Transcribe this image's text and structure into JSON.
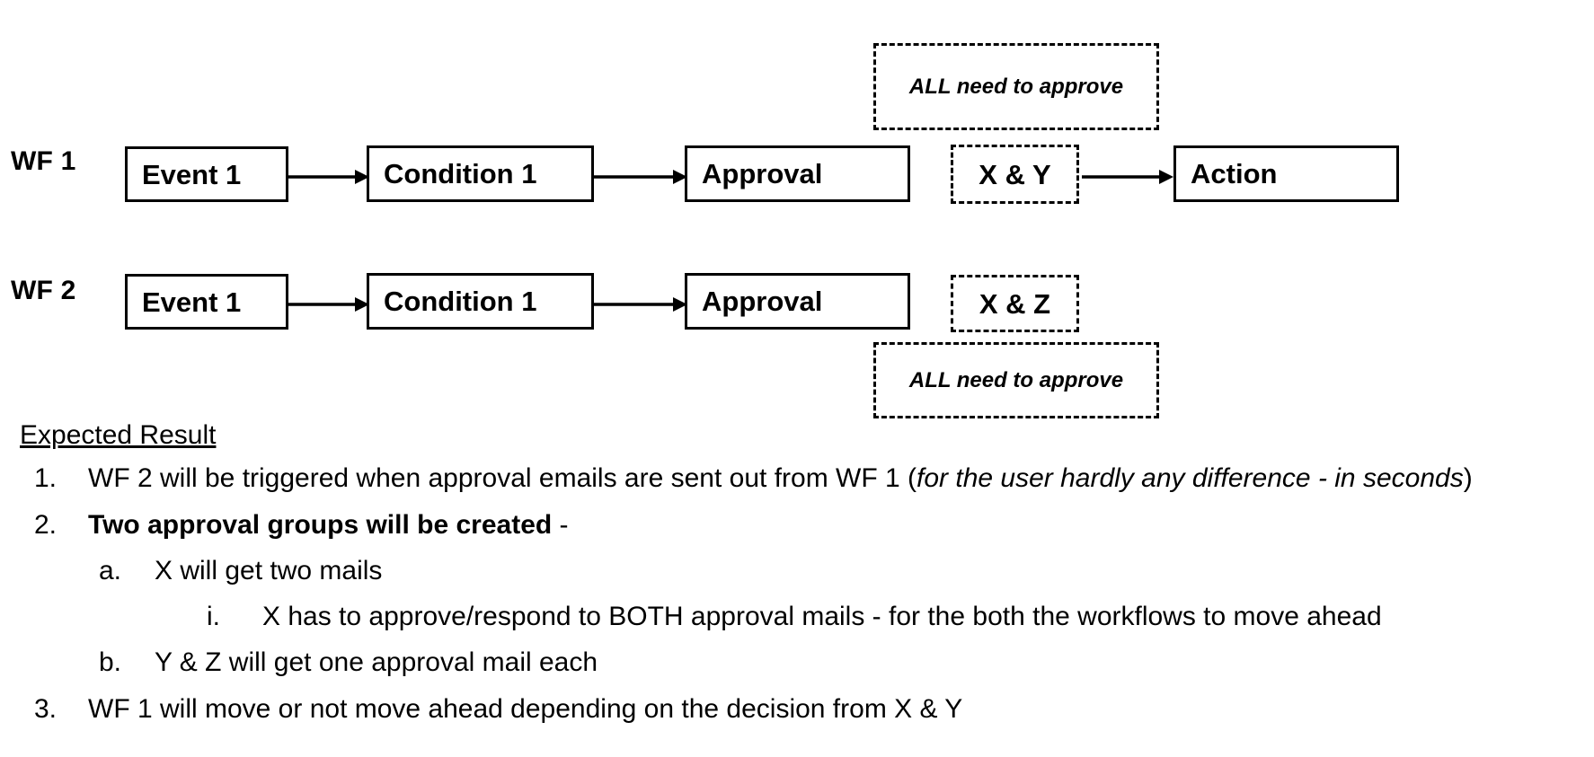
{
  "document": {
    "type": "workflow-approval-diagram"
  },
  "diagram": {
    "workflows": [
      {
        "id": "wf1",
        "label": "WF 1",
        "nodes": [
          {
            "name": "event",
            "label": "Event 1",
            "style": "solid"
          },
          {
            "name": "condition",
            "label": "Condition 1",
            "style": "solid"
          },
          {
            "name": "approval",
            "label": "Approval",
            "style": "solid"
          },
          {
            "name": "approvers",
            "label": "X & Y",
            "style": "dashed"
          },
          {
            "name": "action",
            "label": "Action",
            "style": "solid"
          }
        ],
        "note": "ALL need to approve",
        "note_position": "above"
      },
      {
        "id": "wf2",
        "label": "WF 2",
        "nodes": [
          {
            "name": "event",
            "label": "Event 1",
            "style": "solid"
          },
          {
            "name": "condition",
            "label": "Condition 1",
            "style": "solid"
          },
          {
            "name": "approval",
            "label": "Approval",
            "style": "solid"
          },
          {
            "name": "approvers",
            "label": "X & Z",
            "style": "dashed"
          }
        ],
        "note": "ALL need to approve",
        "note_position": "below"
      }
    ]
  },
  "results": {
    "heading": "Expected Result",
    "items": [
      {
        "marker": "1.",
        "level": 1,
        "segments": [
          {
            "text": "WF 2 will be triggered when approval emails are sent out from WF 1 (",
            "style": "normal"
          },
          {
            "text": "for the user hardly any difference - in seconds",
            "style": "italic"
          },
          {
            "text": ")",
            "style": "normal"
          }
        ]
      },
      {
        "marker": "2.",
        "level": 1,
        "segments": [
          {
            "text": "Two approval groups will be created",
            "style": "bold"
          },
          {
            "text": " -",
            "style": "normal"
          }
        ]
      },
      {
        "marker": "a.",
        "level": 2,
        "segments": [
          {
            "text": "X will get two mails",
            "style": "normal"
          }
        ]
      },
      {
        "marker": "i.",
        "level": 3,
        "segments": [
          {
            "text": "X has to approve/respond to BOTH approval mails - for the both the workflows to move ahead",
            "style": "normal"
          }
        ]
      },
      {
        "marker": "b.",
        "level": 2,
        "segments": [
          {
            "text": "Y & Z will get one approval mail each",
            "style": "normal"
          }
        ]
      },
      {
        "marker": "3.",
        "level": 1,
        "segments": [
          {
            "text": "WF 1 will move or not move ahead depending on the decision from X & Y",
            "style": "normal"
          }
        ]
      }
    ]
  },
  "colors": {
    "background": "#ffffff",
    "stroke": "#000000",
    "text": "#000000"
  }
}
